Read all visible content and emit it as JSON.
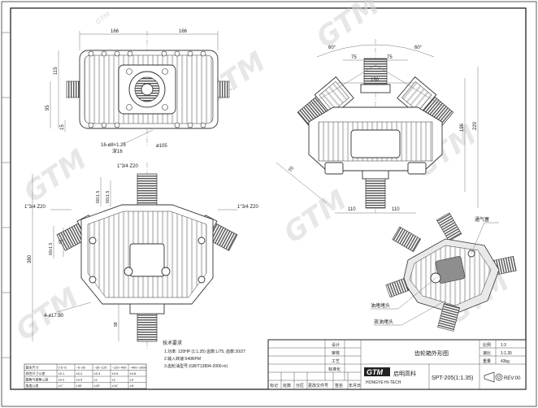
{
  "watermark": "GTM",
  "dims": {
    "top_view": {
      "w_left": "166",
      "w_right": "166",
      "h1": "115",
      "h2": "95",
      "h3": "15",
      "bolt": "16-ø8×1.25",
      "depth": "深16",
      "hole": "ø105"
    },
    "front_view": {
      "ang_left": "60°",
      "ang_right": "60°",
      "w1": "75",
      "w2": "75",
      "w3": "150",
      "h1": "196",
      "h2": "220",
      "diag": "70",
      "b1": "110",
      "b2": "110"
    },
    "lower_view": {
      "spline_top": "1\"3/4 Z20",
      "spline_left": "1\"3/4 Z20",
      "spline_right": "1\"3/4 Z20",
      "v1": "60±1.5",
      "v2": "60±1.5",
      "v3": "62",
      "v4": "60±1.5",
      "v5": "380",
      "hole": "4-ø17.50",
      "v6": "98"
    }
  },
  "callouts": {
    "vent": "通气塞",
    "fill": "油堵堵头",
    "drain": "放油堵头"
  },
  "tech": {
    "title": "技术要求",
    "lines": [
      "1.功率: 120HP (1:1.35)  齿数:L/75, 齿数:20/27",
      "2.输入转速:540RPM",
      "3.齿轮油型号:(GB/T13894-2000-m)"
    ]
  },
  "tol_table": {
    "rows": [
      [
        "基本尺寸",
        "0.5~6",
        "~6~30",
        "~30~120",
        "~120~400",
        "~400~1000"
      ],
      [
        "线性尺寸公差",
        "±0.1",
        "±0.2",
        "±0.3",
        "±0.5",
        "±0.8"
      ],
      [
        "圆角与倒角公差",
        "±0.2",
        "±0.5",
        "±1",
        "±2",
        "±3"
      ],
      [
        "角度公差",
        "±1°",
        "±30′",
        "±20′",
        "±10′",
        "±5′"
      ]
    ]
  },
  "title_block": {
    "row_labels": [
      "设计",
      "审核",
      "工艺",
      "标准化"
    ],
    "bottom_labels": [
      "标记",
      "处数",
      "分区",
      "更改文件号",
      "签名",
      "年月日"
    ],
    "drawing_name": "齿轮箱外形图",
    "drawing_no": "SPT-205(1:1.35)",
    "brand_logo": "GTM",
    "company_cn": "启明高科",
    "company_en": "HONGYE HI-TECH",
    "props": [
      {
        "k": "比例",
        "v": "1:3"
      },
      {
        "k": "速比",
        "v": "1:1.35"
      },
      {
        "k": "重量",
        "v": "43kg"
      }
    ],
    "rev": "REV:00"
  }
}
